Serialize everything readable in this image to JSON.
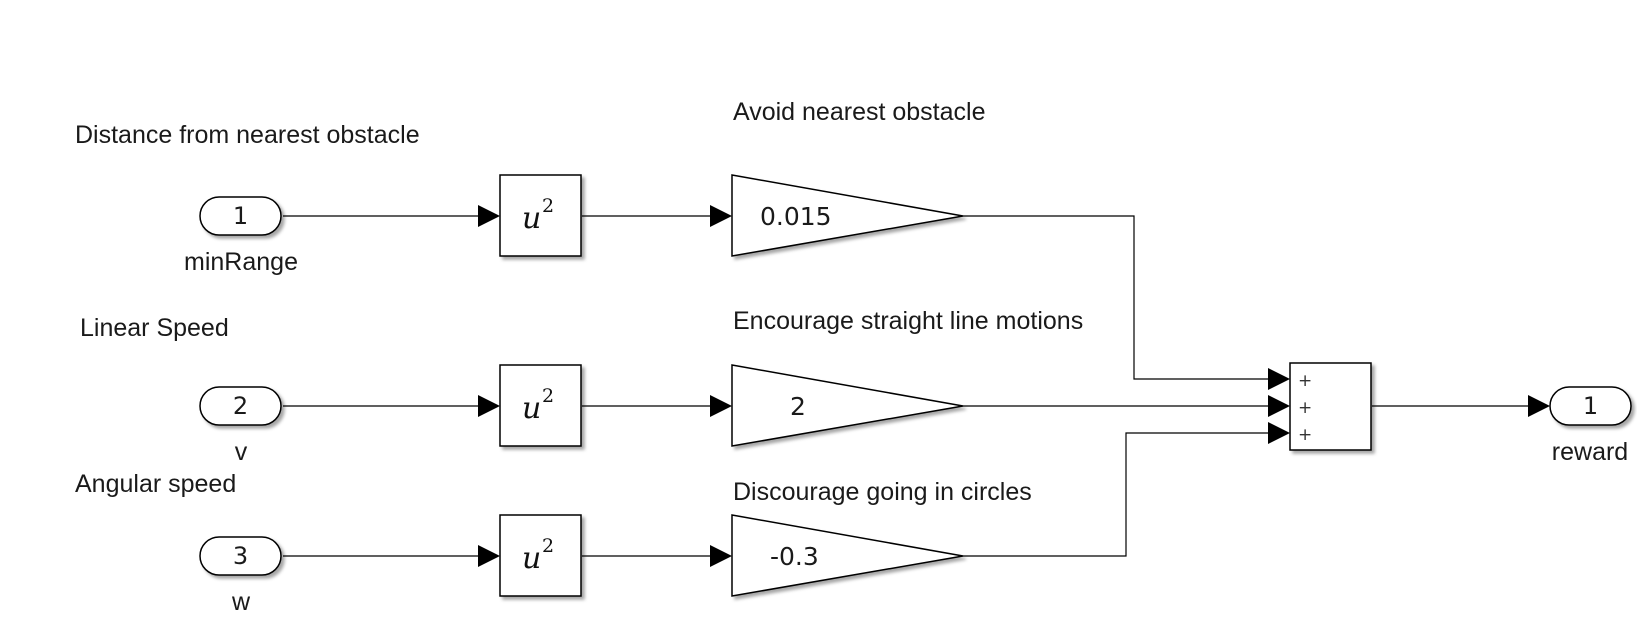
{
  "annotations": {
    "distance": "Distance from nearest obstacle",
    "linear": "Linear Speed",
    "angular": "Angular speed",
    "avoid": "Avoid nearest obstacle",
    "straight": "Encourage straight line motions",
    "circles": "Discourage going in circles"
  },
  "inports": [
    {
      "number": "1",
      "name": "minRange"
    },
    {
      "number": "2",
      "name": "v"
    },
    {
      "number": "3",
      "name": "w"
    }
  ],
  "square_blocks": [
    {
      "base": "u",
      "exponent": "2"
    },
    {
      "base": "u",
      "exponent": "2"
    },
    {
      "base": "u",
      "exponent": "2"
    }
  ],
  "gains": [
    "0.015",
    "2",
    "-0.3"
  ],
  "sum_signs": [
    "+",
    "+",
    "+"
  ],
  "outport": {
    "number": "1",
    "name": "reward"
  }
}
